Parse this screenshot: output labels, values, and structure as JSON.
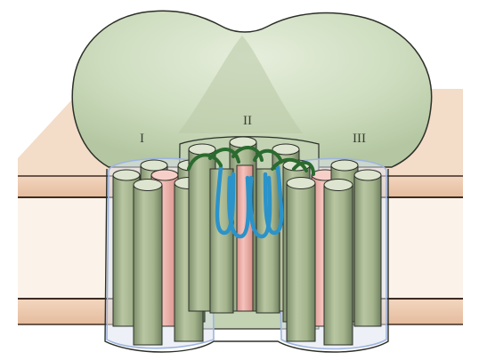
{
  "figure": {
    "domain_labels": [
      {
        "id": "domain-1",
        "text": "I"
      },
      {
        "id": "domain-2",
        "text": "II"
      },
      {
        "id": "domain-3",
        "text": "III"
      }
    ],
    "colors": {
      "background": "#ffffff",
      "membrane_band": "#edc9ac",
      "membrane_band_dark": "#d9a78a",
      "membrane_band_line": "#3e2b22",
      "membrane_core": "#fbf3ea",
      "protein_body": "#cddcbe",
      "protein_body_highlight": "#e6eedc",
      "protein_outline": "#2c3028",
      "helix_green": "#a4b48c",
      "helix_green_top": "#dde4cf",
      "helix_green_shadow": "#7e8f6c",
      "helix_pink": "#efb4ad",
      "helix_pink_top": "#f7cfc9",
      "domain_shell_blue": "#9fb5df",
      "domain_shell_fill": "#dfe4ef",
      "loop_green": "#2b6b2f",
      "loop_blue": "#2b93c9"
    }
  }
}
